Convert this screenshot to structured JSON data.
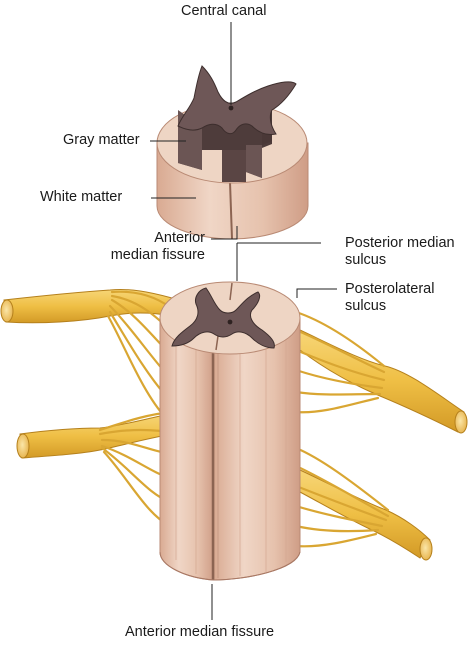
{
  "labels": {
    "central_canal": "Central canal",
    "gray_matter": "Gray matter",
    "white_matter": "White matter",
    "anterior_median_fissure_top": [
      "Anterior",
      "median fissure"
    ],
    "posterior_median_sulcus": [
      "Posterior median",
      "sulcus"
    ],
    "posterolateral_sulcus": [
      "Posterolateral",
      "sulcus"
    ],
    "anterior_median_fissure_bottom": "Anterior median fissure"
  },
  "colors": {
    "white_matter": "#ecd0bf",
    "white_matter_shadow": "#d9aa92",
    "gray_matter": "#6b5554",
    "gray_matter_dark": "#4e3c3b",
    "nerve": "#f0c24c",
    "nerve_dark": "#c98c1c",
    "leader": "#222222"
  }
}
